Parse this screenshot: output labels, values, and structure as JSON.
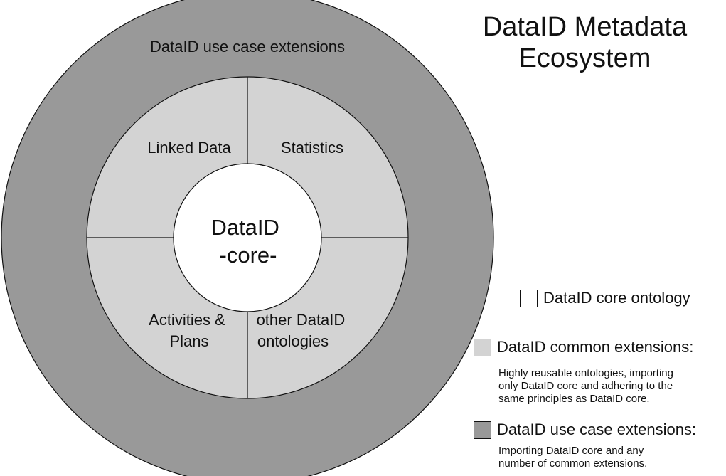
{
  "title_lines": [
    "DataID Metadata",
    "Ecosystem"
  ],
  "outer_ring_label": "DataID use case extensions",
  "quadrants": {
    "top_left": [
      "Linked Data"
    ],
    "top_right": [
      "Statistics"
    ],
    "bottom_left": [
      "Activities &",
      "Plans"
    ],
    "bottom_right": [
      "other DataID",
      "ontologies"
    ]
  },
  "core_lines": [
    "DataID",
    "-core-"
  ],
  "legend": [
    {
      "label": "DataID core ontology",
      "color": "#ffffff",
      "description": ""
    },
    {
      "label": "DataID common extensions:",
      "color": "#d3d3d3",
      "description_lines": [
        "Highly reusable ontologies, importing",
        "only DataID core and adhering to the",
        "same principles as DataID core."
      ]
    },
    {
      "label": "DataID use case extensions:",
      "color": "#999999",
      "description_lines": [
        "Importing DataID core and any",
        "number of common extensions."
      ]
    }
  ],
  "colors": {
    "outer_ring": "#999999",
    "middle_ring": "#d3d3d3",
    "core": "#ffffff",
    "stroke": "#111111"
  }
}
